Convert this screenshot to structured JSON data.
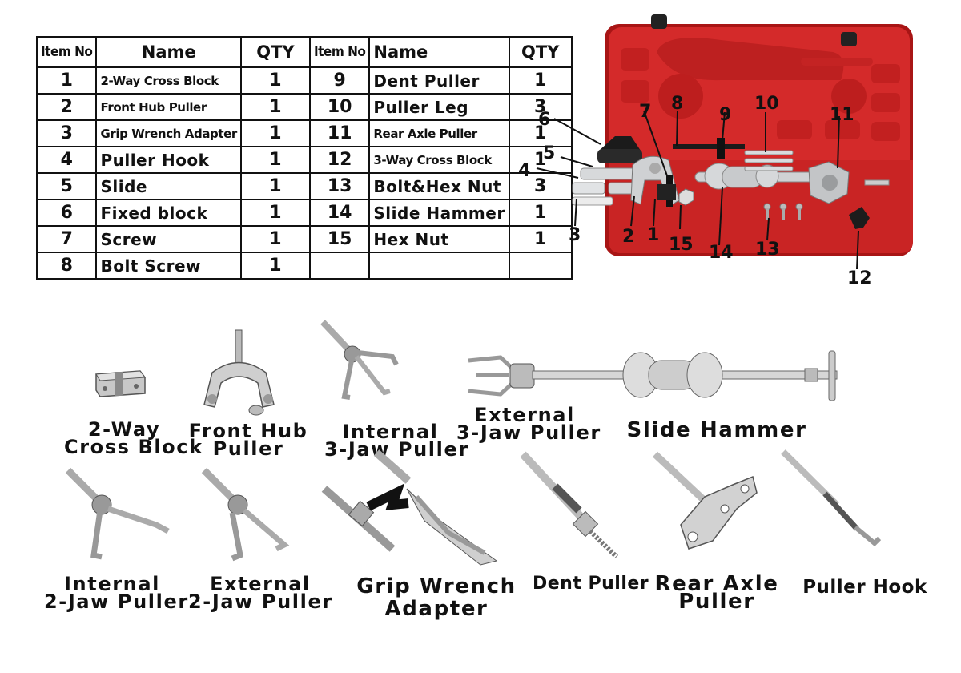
{
  "parts_table": {
    "headers": [
      "Item No",
      "Name",
      "QTY",
      "Item No",
      "Name",
      "QTY"
    ],
    "left": [
      {
        "no": "1",
        "name": "2-Way Cross Block",
        "qty": "1"
      },
      {
        "no": "2",
        "name": "Front Hub Puller",
        "qty": "1"
      },
      {
        "no": "3",
        "name": "Grip Wrench Adapter",
        "qty": "1"
      },
      {
        "no": "4",
        "name": "Puller Hook",
        "qty": "1"
      },
      {
        "no": "5",
        "name": "Slide",
        "qty": "1"
      },
      {
        "no": "6",
        "name": "Fixed block",
        "qty": "1"
      },
      {
        "no": "7",
        "name": "Screw",
        "qty": "1"
      },
      {
        "no": "8",
        "name": "Bolt Screw",
        "qty": "1"
      }
    ],
    "right": [
      {
        "no": "9",
        "name": "Dent Puller",
        "qty": "1"
      },
      {
        "no": "10",
        "name": "Puller Leg",
        "qty": "3"
      },
      {
        "no": "11",
        "name": "Rear Axle Puller",
        "qty": "1"
      },
      {
        "no": "12",
        "name": "3-Way Cross Block",
        "qty": "1"
      },
      {
        "no": "13",
        "name": "Bolt&Hex Nut",
        "qty": "3"
      },
      {
        "no": "14",
        "name": "Slide Hammer",
        "qty": "1"
      },
      {
        "no": "15",
        "name": "Hex Nut",
        "qty": "1"
      }
    ]
  },
  "kit_callouts": [
    "1",
    "2",
    "3",
    "4",
    "5",
    "6",
    "7",
    "8",
    "9",
    "10",
    "11",
    "12",
    "13",
    "14",
    "15"
  ],
  "tool_labels": {
    "cross_block": [
      "2-Way",
      "Cross Block"
    ],
    "front_hub": [
      "Front Hub",
      "Puller"
    ],
    "internal_3jaw": [
      "Internal",
      "3-Jaw Puller"
    ],
    "external_3jaw": [
      "External",
      "3-Jaw Puller"
    ],
    "slide_hammer": [
      "Slide Hammer"
    ],
    "internal_2jaw": [
      "Internal",
      "2-Jaw Puller"
    ],
    "external_2jaw": [
      "External",
      "2-Jaw Puller"
    ],
    "grip_wrench": [
      "Grip Wrench",
      "Adapter"
    ],
    "dent_puller": [
      "Dent Puller"
    ],
    "rear_axle": [
      "Rear Axle",
      "Puller"
    ],
    "puller_hook": [
      "Puller Hook"
    ]
  },
  "colors": {
    "case_red": "#d42a2a",
    "case_dark": "#a81515",
    "steel": "#c9cbcd",
    "ink": "#111111"
  }
}
